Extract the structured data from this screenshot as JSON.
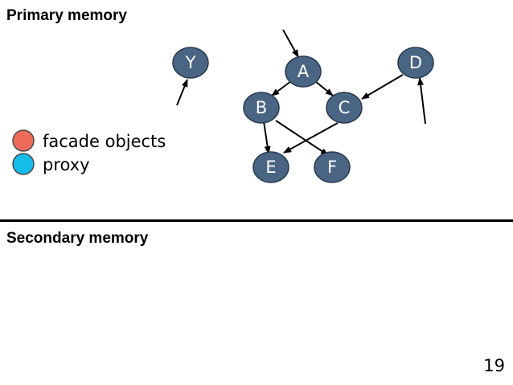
{
  "primary_memory_title": "Primary memory",
  "secondary_memory_title": "Secondary memory",
  "nodes": [
    {
      "id": "Y",
      "label": "Y"
    },
    {
      "id": "A",
      "label": "A"
    },
    {
      "id": "D",
      "label": "D"
    },
    {
      "id": "B",
      "label": "B"
    },
    {
      "id": "C",
      "label": "C"
    },
    {
      "id": "E",
      "label": "E"
    },
    {
      "id": "F",
      "label": "F"
    }
  ],
  "edges": [
    {
      "from": "A",
      "to": "B"
    },
    {
      "from": "A",
      "to": "C"
    },
    {
      "from": "B",
      "to": "E"
    },
    {
      "from": "B",
      "to": "F"
    },
    {
      "from": "C",
      "to": "E"
    },
    {
      "from": "D",
      "to": "C"
    }
  ],
  "root_pointers": [
    "A",
    "Y",
    "D"
  ],
  "legend": [
    {
      "label": "facade objects",
      "color": "#ee6b5c"
    },
    {
      "label": "proxy",
      "color": "#17bde9"
    }
  ],
  "colors": {
    "node_fill": "#4a6584",
    "node_stroke": "#2a3a4e"
  },
  "page_number": "19"
}
